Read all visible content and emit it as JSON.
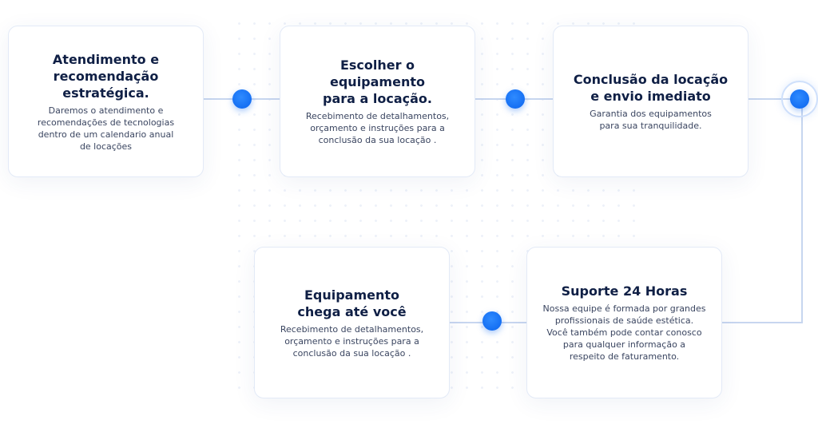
{
  "steps": [
    {
      "title": "Atendimento e\nrecomendação\nestratégica.",
      "text": "Daremos o atendimento e\nrecomendações de tecnologias\ndentro de um calendario anual\nde locações"
    },
    {
      "title": "Escolher o\nequipamento\npara a locação.",
      "text": "Recebimento de detalhamentos,\norçamento e instruções para a\nconclusão da sua locação ."
    },
    {
      "title": "Conclusão da locação\ne envio imediato",
      "text": "Garantia dos equipamentos\npara sua tranquilidade."
    },
    {
      "title": "Equipamento\nchega até você",
      "text": "Recebimento de detalhamentos,\norçamento e instruções para a\nconclusão da sua locação ."
    },
    {
      "title": "Suporte 24 Horas",
      "text": "Nossa equipe é formada por grandes\nprofissionais de saúde estética.\nVocê também pode contar conosco\npara qualquer informação a\nrespeito de faturamento."
    }
  ],
  "colors": {
    "accent": "#0a6cf5",
    "title": "#0f1f45",
    "line": "#c7d6ef"
  }
}
